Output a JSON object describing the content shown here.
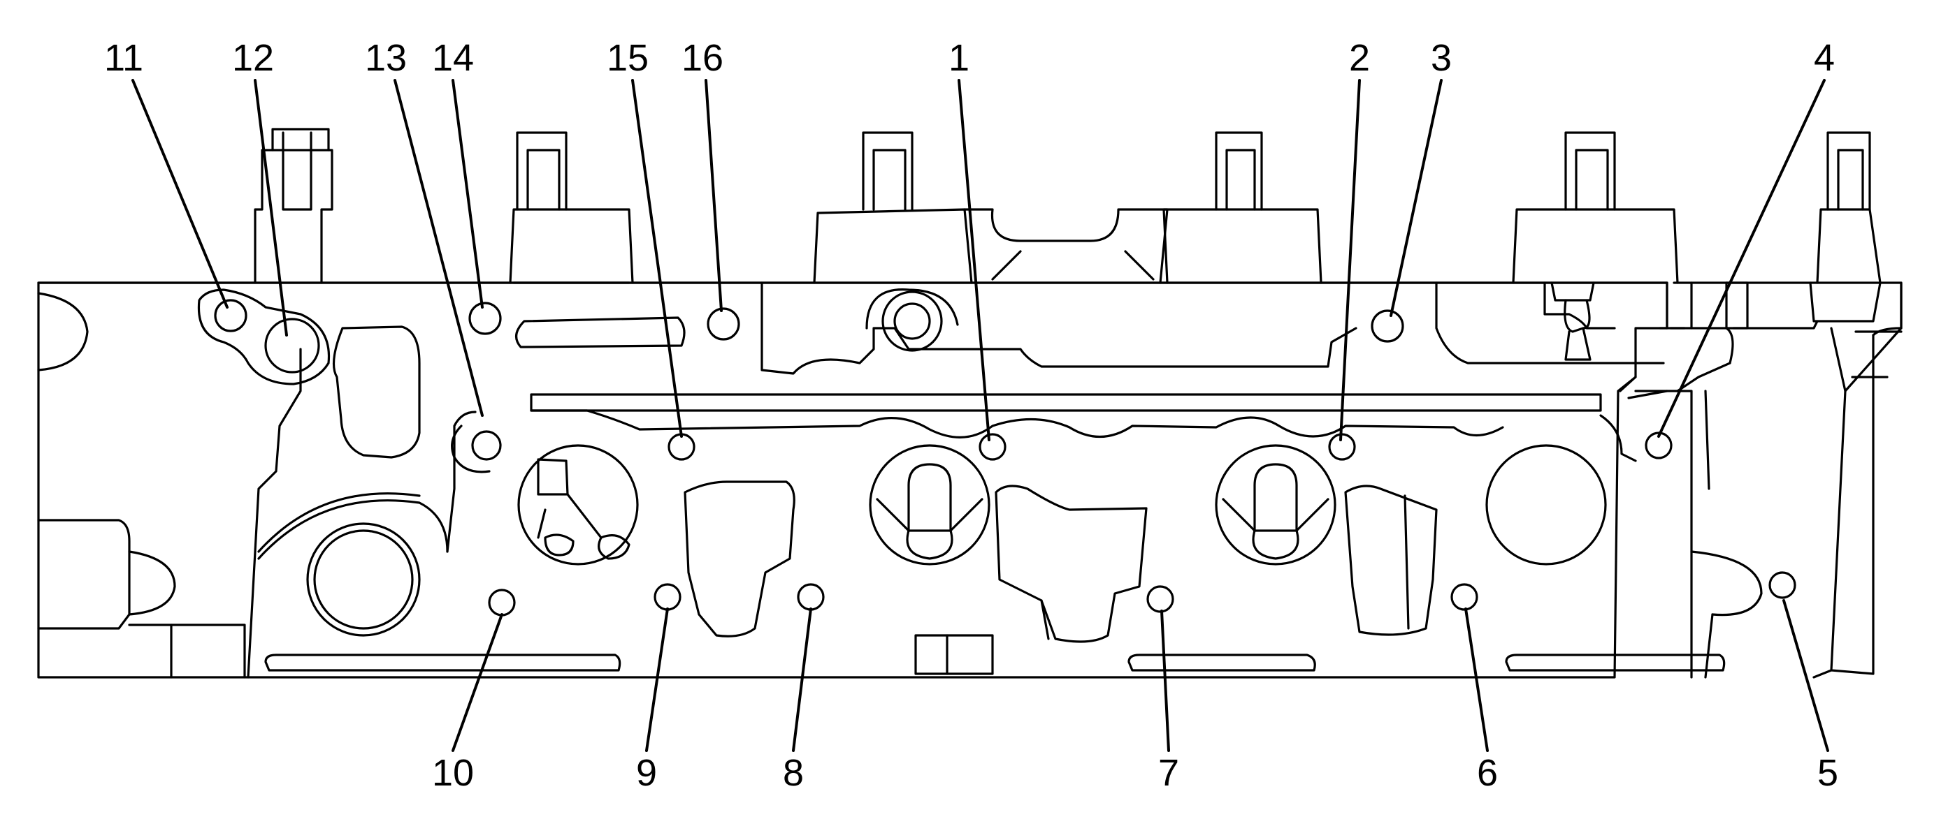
{
  "figure": {
    "callouts": [
      {
        "label": "1"
      },
      {
        "label": "2"
      },
      {
        "label": "3"
      },
      {
        "label": "4"
      },
      {
        "label": "5"
      },
      {
        "label": "6"
      },
      {
        "label": "7"
      },
      {
        "label": "8"
      },
      {
        "label": "9"
      },
      {
        "label": "10"
      },
      {
        "label": "11"
      },
      {
        "label": "12"
      },
      {
        "label": "13"
      },
      {
        "label": "14"
      },
      {
        "label": "15"
      },
      {
        "label": "16"
      }
    ]
  }
}
